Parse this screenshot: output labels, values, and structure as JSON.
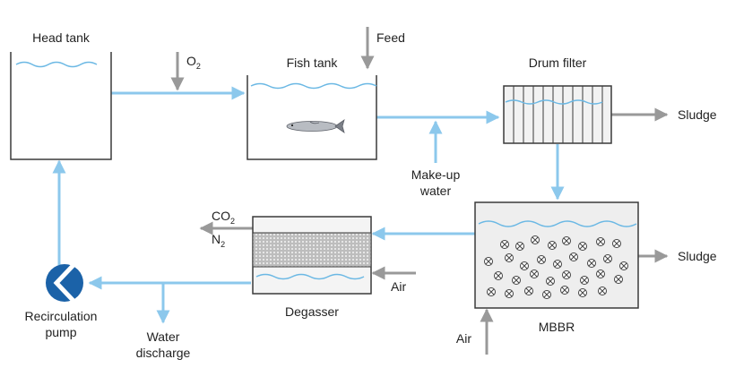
{
  "colors": {
    "water": "#8cc8ec",
    "water_line": "#6bb8e4",
    "flow": "#8cc8ec",
    "gray_arrow": "#999999",
    "tank_outline": "#3a3a3a",
    "tank_fill": "#eeeeee",
    "pump": "#1b62a8",
    "text": "#222222"
  },
  "labels": {
    "head_tank": "Head tank",
    "o2_base": "O",
    "o2_sub": "2",
    "feed": "Feed",
    "fish_tank": "Fish tank",
    "drum_filter": "Drum filter",
    "sludge_top": "Sludge",
    "makeup_line1": "Make-up",
    "makeup_line2": "water",
    "co2_base": "CO",
    "co2_sub": "2",
    "n2_base": "N",
    "n2_sub": "2",
    "air_degasser": "Air",
    "degasser": "Degasser",
    "sludge_mbbr": "Sludge",
    "mbbr": "MBBR",
    "air_mbbr": "Air",
    "pump_line1": "Recirculation",
    "pump_line2": "pump",
    "discharge_line1": "Water",
    "discharge_line2": "discharge"
  },
  "icons": {
    "fish": "fish-icon",
    "pump": "recirculation-pump-icon",
    "carrier": "carrier-media-icon"
  }
}
